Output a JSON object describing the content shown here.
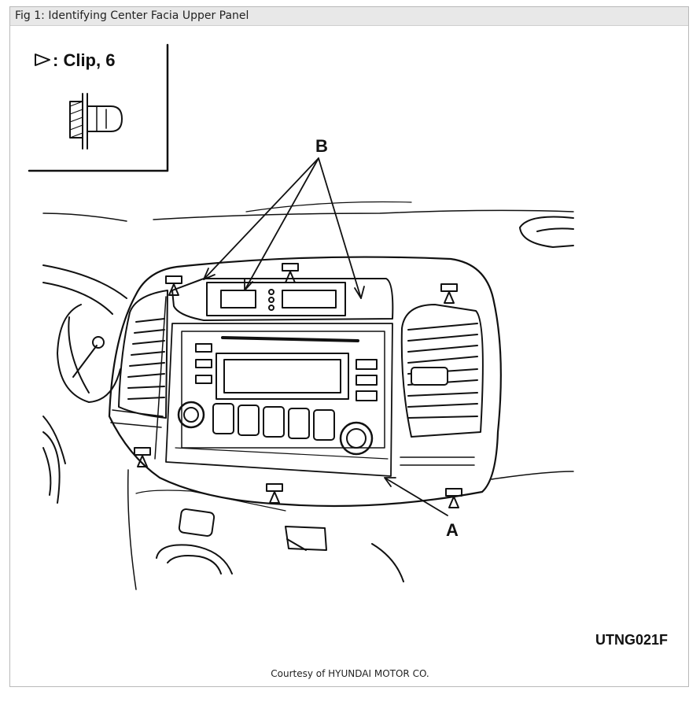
{
  "figure": {
    "caption": "Fig 1: Identifying Center Facia Upper Panel",
    "legend_text": ": Clip, 6",
    "label_b": "B",
    "label_a": "A",
    "figure_code": "UTNG021F",
    "credit": "Courtesy of HYUNDAI MOTOR CO."
  }
}
